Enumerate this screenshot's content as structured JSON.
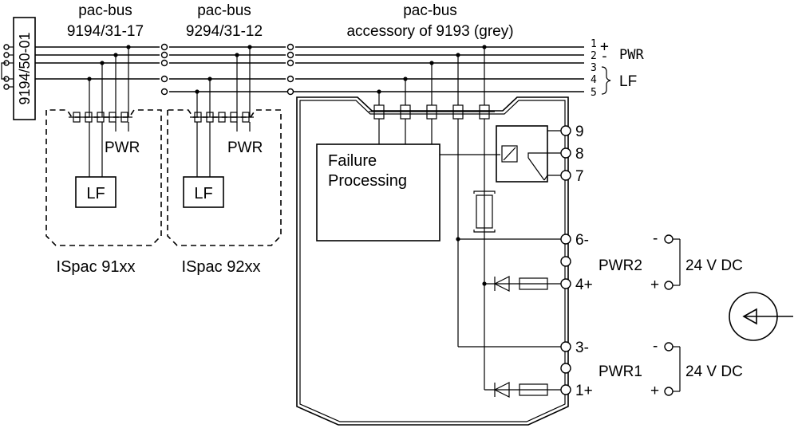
{
  "header": {
    "bus1_title": "pac-bus",
    "bus1_part": "9194/31-17",
    "bus2_title": "pac-bus",
    "bus2_part": "9294/31-12",
    "bus3_title": "pac-bus",
    "bus3_part": "accessory of 9193 (grey)"
  },
  "end_module_label": "9194/50-01",
  "bus_lines": {
    "numbers": [
      "1",
      "2",
      "3",
      "4",
      "5"
    ],
    "plus_sign": "+",
    "minus_sign": "-",
    "pwr_label": "PWR",
    "lf_label": "LF"
  },
  "module1": {
    "pwr_label": "PWR",
    "lf_label": "LF",
    "caption": "ISpac 91xx"
  },
  "module2": {
    "pwr_label": "PWR",
    "lf_label": "LF",
    "caption": "ISpac 92xx"
  },
  "supply": {
    "failure_line1": "Failure",
    "failure_line2": "Processing",
    "terminals": {
      "t9": "9",
      "t8": "8",
      "t7": "7",
      "t6": "6-",
      "t4": "4+",
      "t3": "3-",
      "t1": "1+"
    },
    "pwr2_label": "PWR2",
    "pwr1_label": "PWR1",
    "pwr2_voltage": "24 V DC",
    "pwr1_voltage": "24 V DC",
    "pwr2_minus": "-",
    "pwr2_plus": "+",
    "pwr1_minus": "-",
    "pwr1_plus": "+"
  }
}
